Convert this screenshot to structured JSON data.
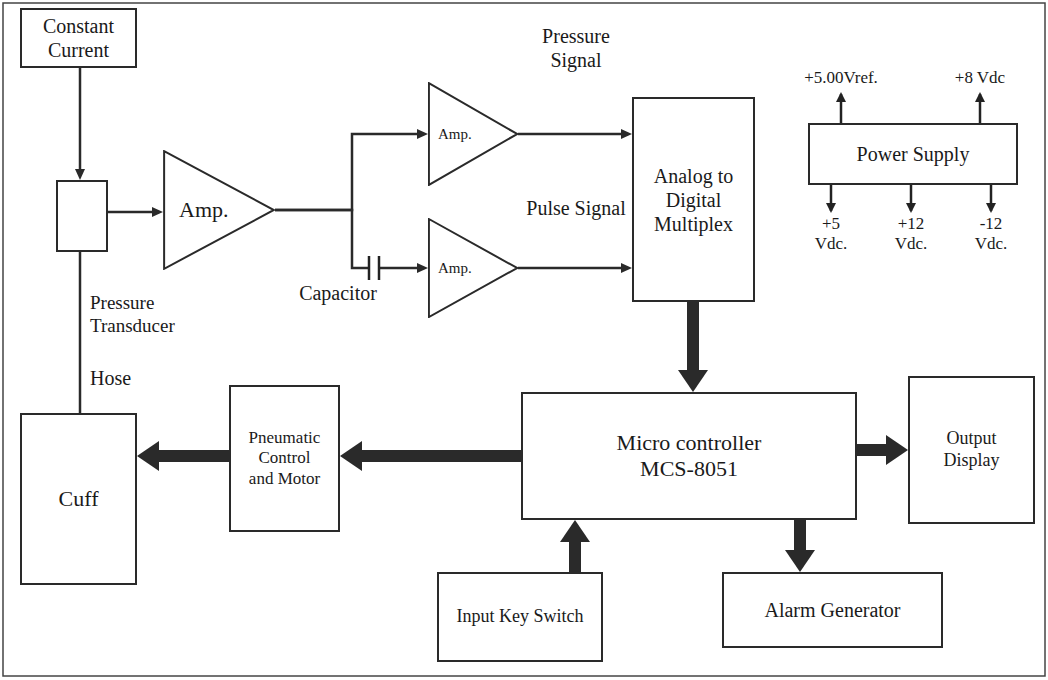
{
  "diagram": {
    "nodes": [
      {
        "text": [
          "Constant Current"
        ]
      },
      {
        "text": [
          "Pressure Transducer"
        ]
      },
      {
        "text": [
          "Amp."
        ]
      },
      {
        "text": [
          "Amp."
        ]
      },
      {
        "text": [
          "Amp."
        ]
      },
      {
        "text": [
          "Analog to Digital Multiplex"
        ]
      },
      {
        "text": [
          "Power Supply"
        ]
      },
      {
        "text": [
          "Cuff"
        ]
      },
      {
        "text": [
          "Pneumatic Control and Motor"
        ]
      },
      {
        "text": [
          "Micro controller MCS-8051"
        ]
      },
      {
        "text": [
          "Output Display"
        ]
      },
      {
        "text": [
          "Input Key Switch"
        ]
      },
      {
        "text": [
          "Alarm Generator"
        ]
      }
    ],
    "edges": [
      {
        "from": 0,
        "to": 1,
        "arrow": "to"
      },
      {
        "from": 1,
        "to": 2,
        "arrow": "to"
      },
      {
        "from": 2,
        "to": 3,
        "arrow": "to"
      },
      {
        "from": 2,
        "to": 4,
        "arrow": "to"
      },
      {
        "from": 3,
        "to": 5,
        "label": "Pressure Signal",
        "arrow": "to"
      },
      {
        "from": 4,
        "to": 5,
        "label": "Pulse Signal",
        "arrow": "to"
      },
      {
        "from": 5,
        "to": 9,
        "arrow": "to"
      },
      {
        "from": 9,
        "to": 8,
        "arrow": "to"
      },
      {
        "from": 8,
        "to": 7,
        "arrow": "to"
      },
      {
        "from": 7,
        "to": 1,
        "label": "Hose",
        "arrow": "none"
      },
      {
        "from": 11,
        "to": 9,
        "arrow": "to"
      },
      {
        "from": 9,
        "to": 12,
        "arrow": "to"
      },
      {
        "from": 9,
        "to": 10,
        "arrow": "to"
      }
    ],
    "labels": [
      "Capacitor",
      "+5.00Vref.",
      "+8 Vdc",
      "+5 Vdc.",
      "+12 Vdc.",
      "-12 Vdc."
    ]
  }
}
